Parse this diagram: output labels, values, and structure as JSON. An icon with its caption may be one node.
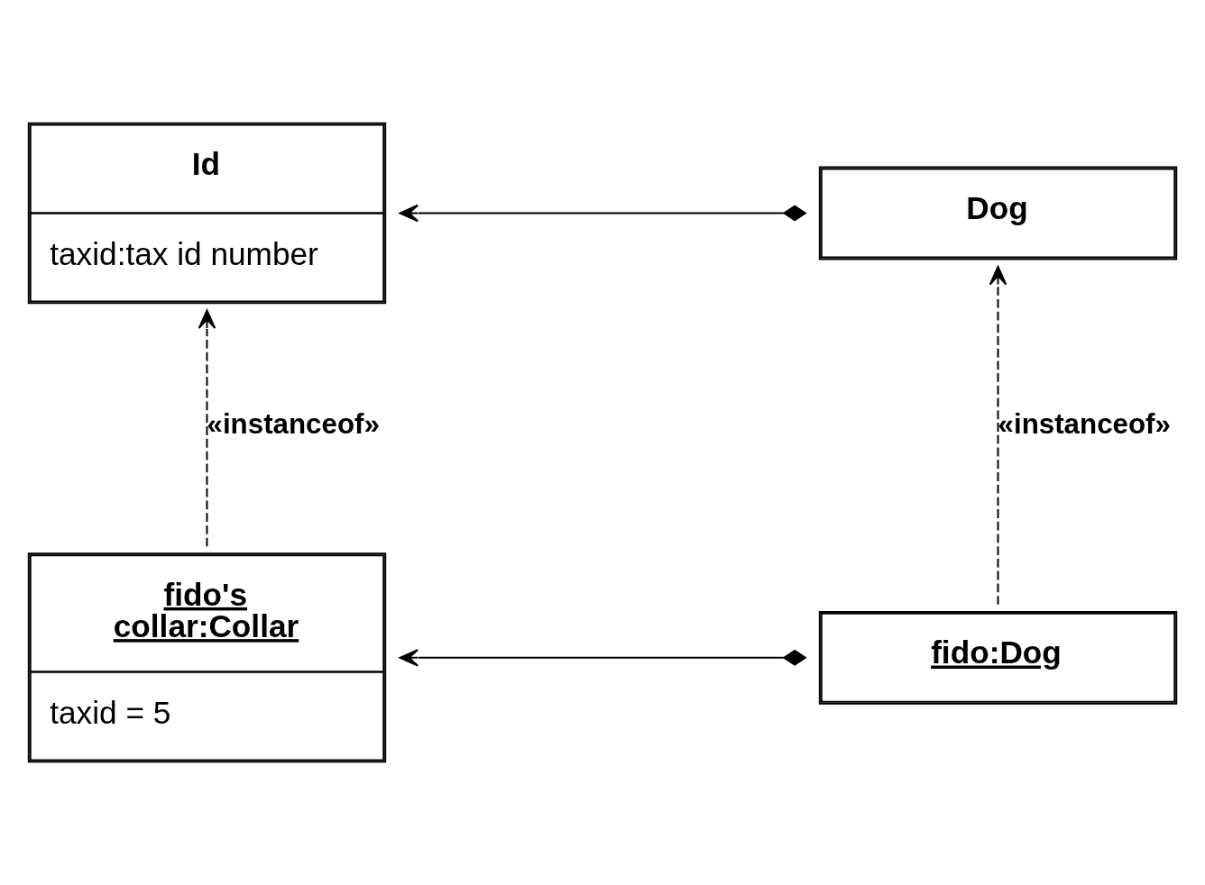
{
  "diagram": {
    "nodes": [
      {
        "text": [
          "Id",
          "taxid:tax id number"
        ]
      },
      {
        "text": [
          "Dog"
        ]
      },
      {
        "text": [
          "fido's collar:Collar",
          "taxid = 5"
        ]
      },
      {
        "text": [
          "fido:Dog"
        ]
      }
    ],
    "edges": [
      {
        "from": 1,
        "to": 0,
        "arrow": "to"
      },
      {
        "from": 2,
        "to": 0,
        "arrow": "to",
        "label": "«instanceof»",
        "style": "dashed"
      },
      {
        "from": 3,
        "to": 1,
        "arrow": "to",
        "label": "«instanceof»",
        "style": "dashed"
      },
      {
        "from": 3,
        "to": 2,
        "arrow": "to"
      }
    ]
  }
}
